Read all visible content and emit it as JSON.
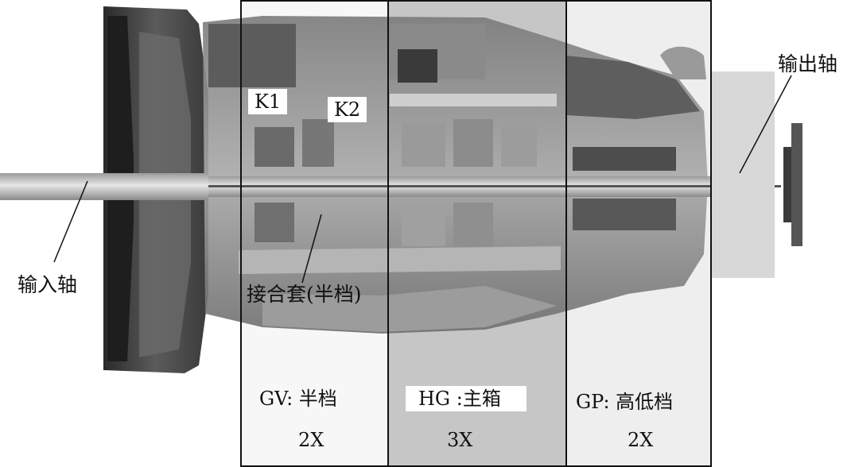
{
  "callouts": {
    "input_shaft": "输入轴",
    "output_shaft": "输出轴",
    "k1": "K1",
    "k2": "K2",
    "sleeve": "接合套(半档)"
  },
  "sections": [
    {
      "label": "GV: 半档",
      "ratio": "2X"
    },
    {
      "label": "HG :主箱",
      "ratio": "3X"
    },
    {
      "label": "GP: 高低档",
      "ratio": "2X"
    }
  ],
  "colors": {
    "section_gv": "#f7f7f7",
    "section_hg": "#c6c6c6",
    "section_gp": "#eeeeee",
    "casing_dark": "#4a4a4a",
    "casing_mid": "#8d8d8d",
    "casing_light": "#b8b8b8",
    "shaft": "#d4d4d4",
    "outline": "#111111"
  }
}
